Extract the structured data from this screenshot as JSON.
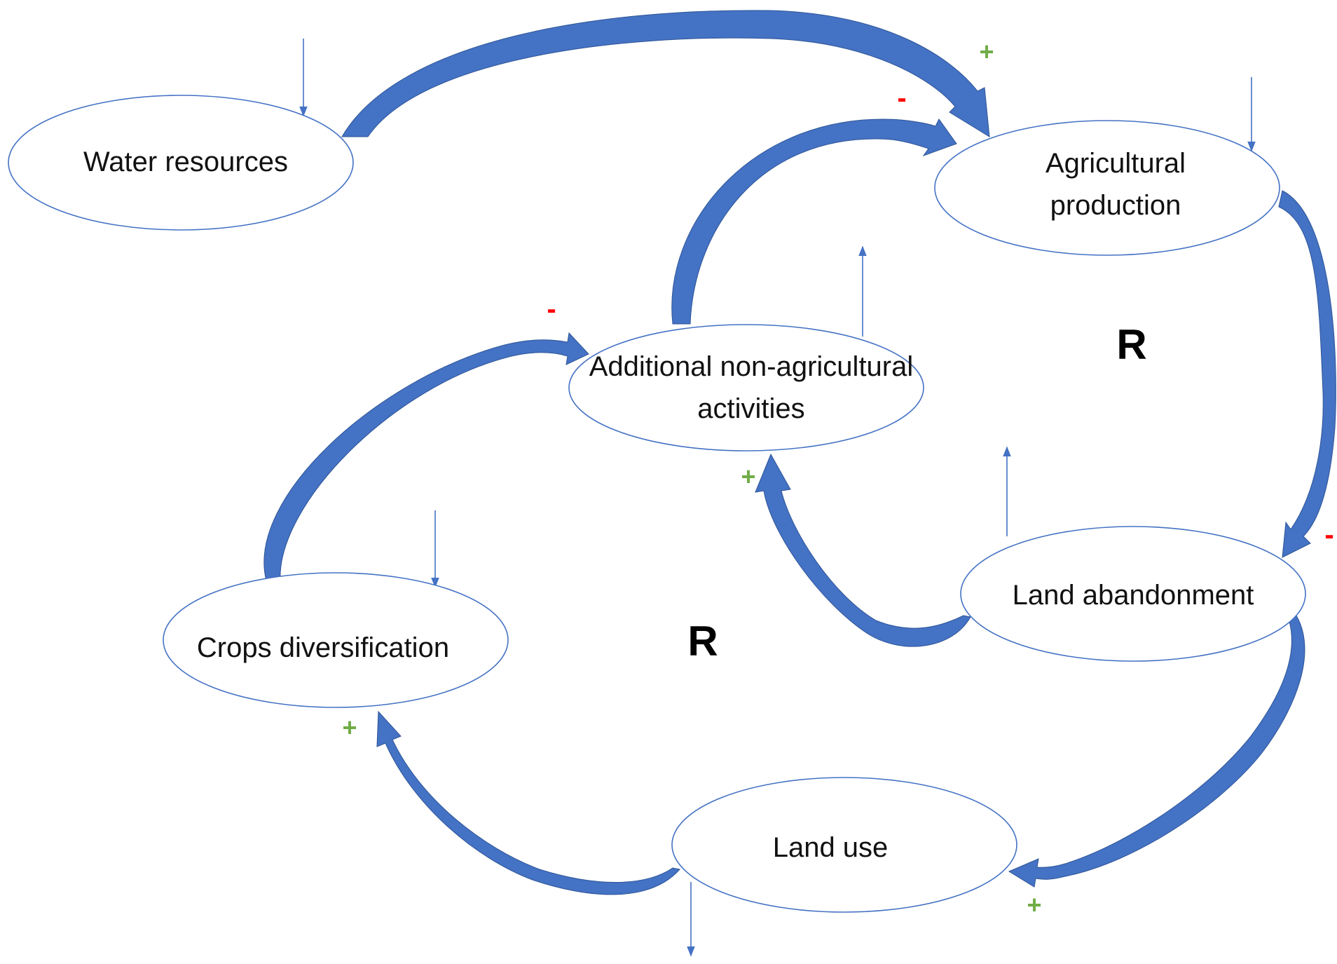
{
  "nodes": {
    "water": "Water resources",
    "agri_line1": "Agricultural",
    "agri_line2": "production",
    "nonagri_line1": "Additional non-agricultural",
    "nonagri_line2": "activities",
    "abandon": "Land abandonment",
    "crops": "Crops diversification",
    "landuse": "Land use"
  },
  "loops": {
    "upper": "R",
    "lower": "R"
  },
  "polarities": {
    "water_to_agri": "+",
    "nonagri_to_agri": "-",
    "agri_to_abandon": "-",
    "abandon_to_nonagri": "+",
    "crops_to_nonagri": "-",
    "abandon_to_landuse": "+",
    "landuse_to_crops": "+"
  },
  "colors": {
    "arrow": "#4472c4",
    "arrow_edge": "#2f5597",
    "positive": "#70ad47",
    "negative": "#ff0000"
  }
}
